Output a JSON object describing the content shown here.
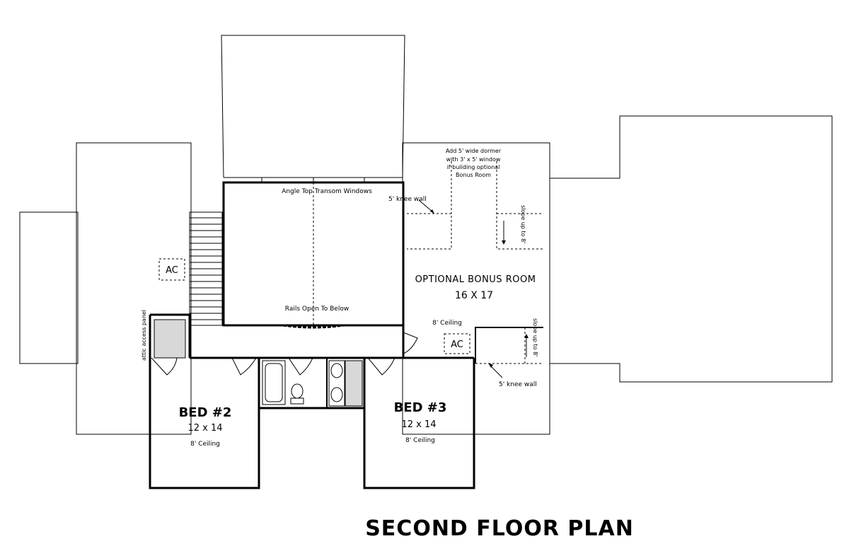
{
  "title": "SECOND FLOOR PLAN",
  "rooms": {
    "bed2": {
      "name": "BED #2",
      "size": "12 x 14",
      "ceiling": "8' Ceiling"
    },
    "bed3": {
      "name": "BED #3",
      "size": "12 x 14",
      "ceiling": "8' Ceiling"
    },
    "bonus": {
      "name": "OPTIONAL BONUS ROOM",
      "size": "16 X 17",
      "ceiling": "8' Ceiling"
    }
  },
  "labels": {
    "ac_left": "AC",
    "ac_right": "AC",
    "transom": "Angle Top Transom Windows",
    "rails": "Rails Open To Below",
    "attic": "attic access panel",
    "knee_wall_top": "5' knee wall",
    "knee_wall_bottom": "5' knee wall",
    "slope_top": "slope up to 8'",
    "slope_bottom": "slope up to 8'",
    "dormer_note": [
      "Add 5' wide dormer",
      "with 3' x 5' window",
      "if building optional",
      "Bonus Room"
    ]
  }
}
